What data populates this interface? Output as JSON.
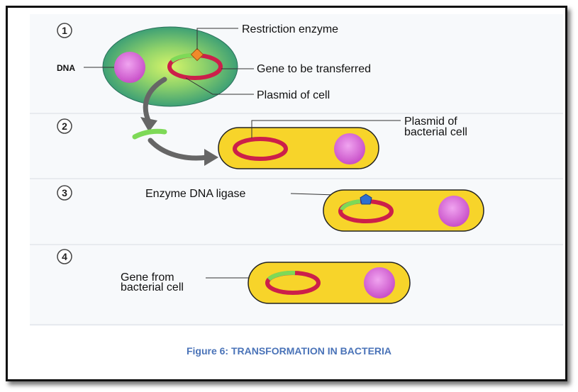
{
  "steps": [
    "1",
    "2",
    "3",
    "4"
  ],
  "labels": {
    "dna": "DNA",
    "restriction_enzyme": "Restriction enzyme",
    "gene_to_be_transferred": "Gene to be transferred",
    "plasmid_of_cell": "Plasmid of cell",
    "plasmid_of_bacterial_cell_line1": "Plasmid of",
    "plasmid_of_bacterial_cell_line2": "bacterial cell",
    "enzyme_dna_ligase": "Enzyme DNA ligase",
    "gene_from_bacterial_cell_line1": "Gene from",
    "gene_from_bacterial_cell_line2": "bacterial cell"
  },
  "caption": "Figure 6: TRANSFORMATION IN BACTERIA",
  "colors": {
    "cell_green": "#3aa37a",
    "cell_glow": "#c8f070",
    "bacterium": "#f7d42a",
    "bacterium_border": "#222222",
    "nucleus": "#d25fd2",
    "plasmid": "#cc1f4a",
    "gene": "#7ed957",
    "enzyme": "#f08a2a",
    "ligase": "#2f6fcf",
    "caption": "#4a73b8"
  }
}
